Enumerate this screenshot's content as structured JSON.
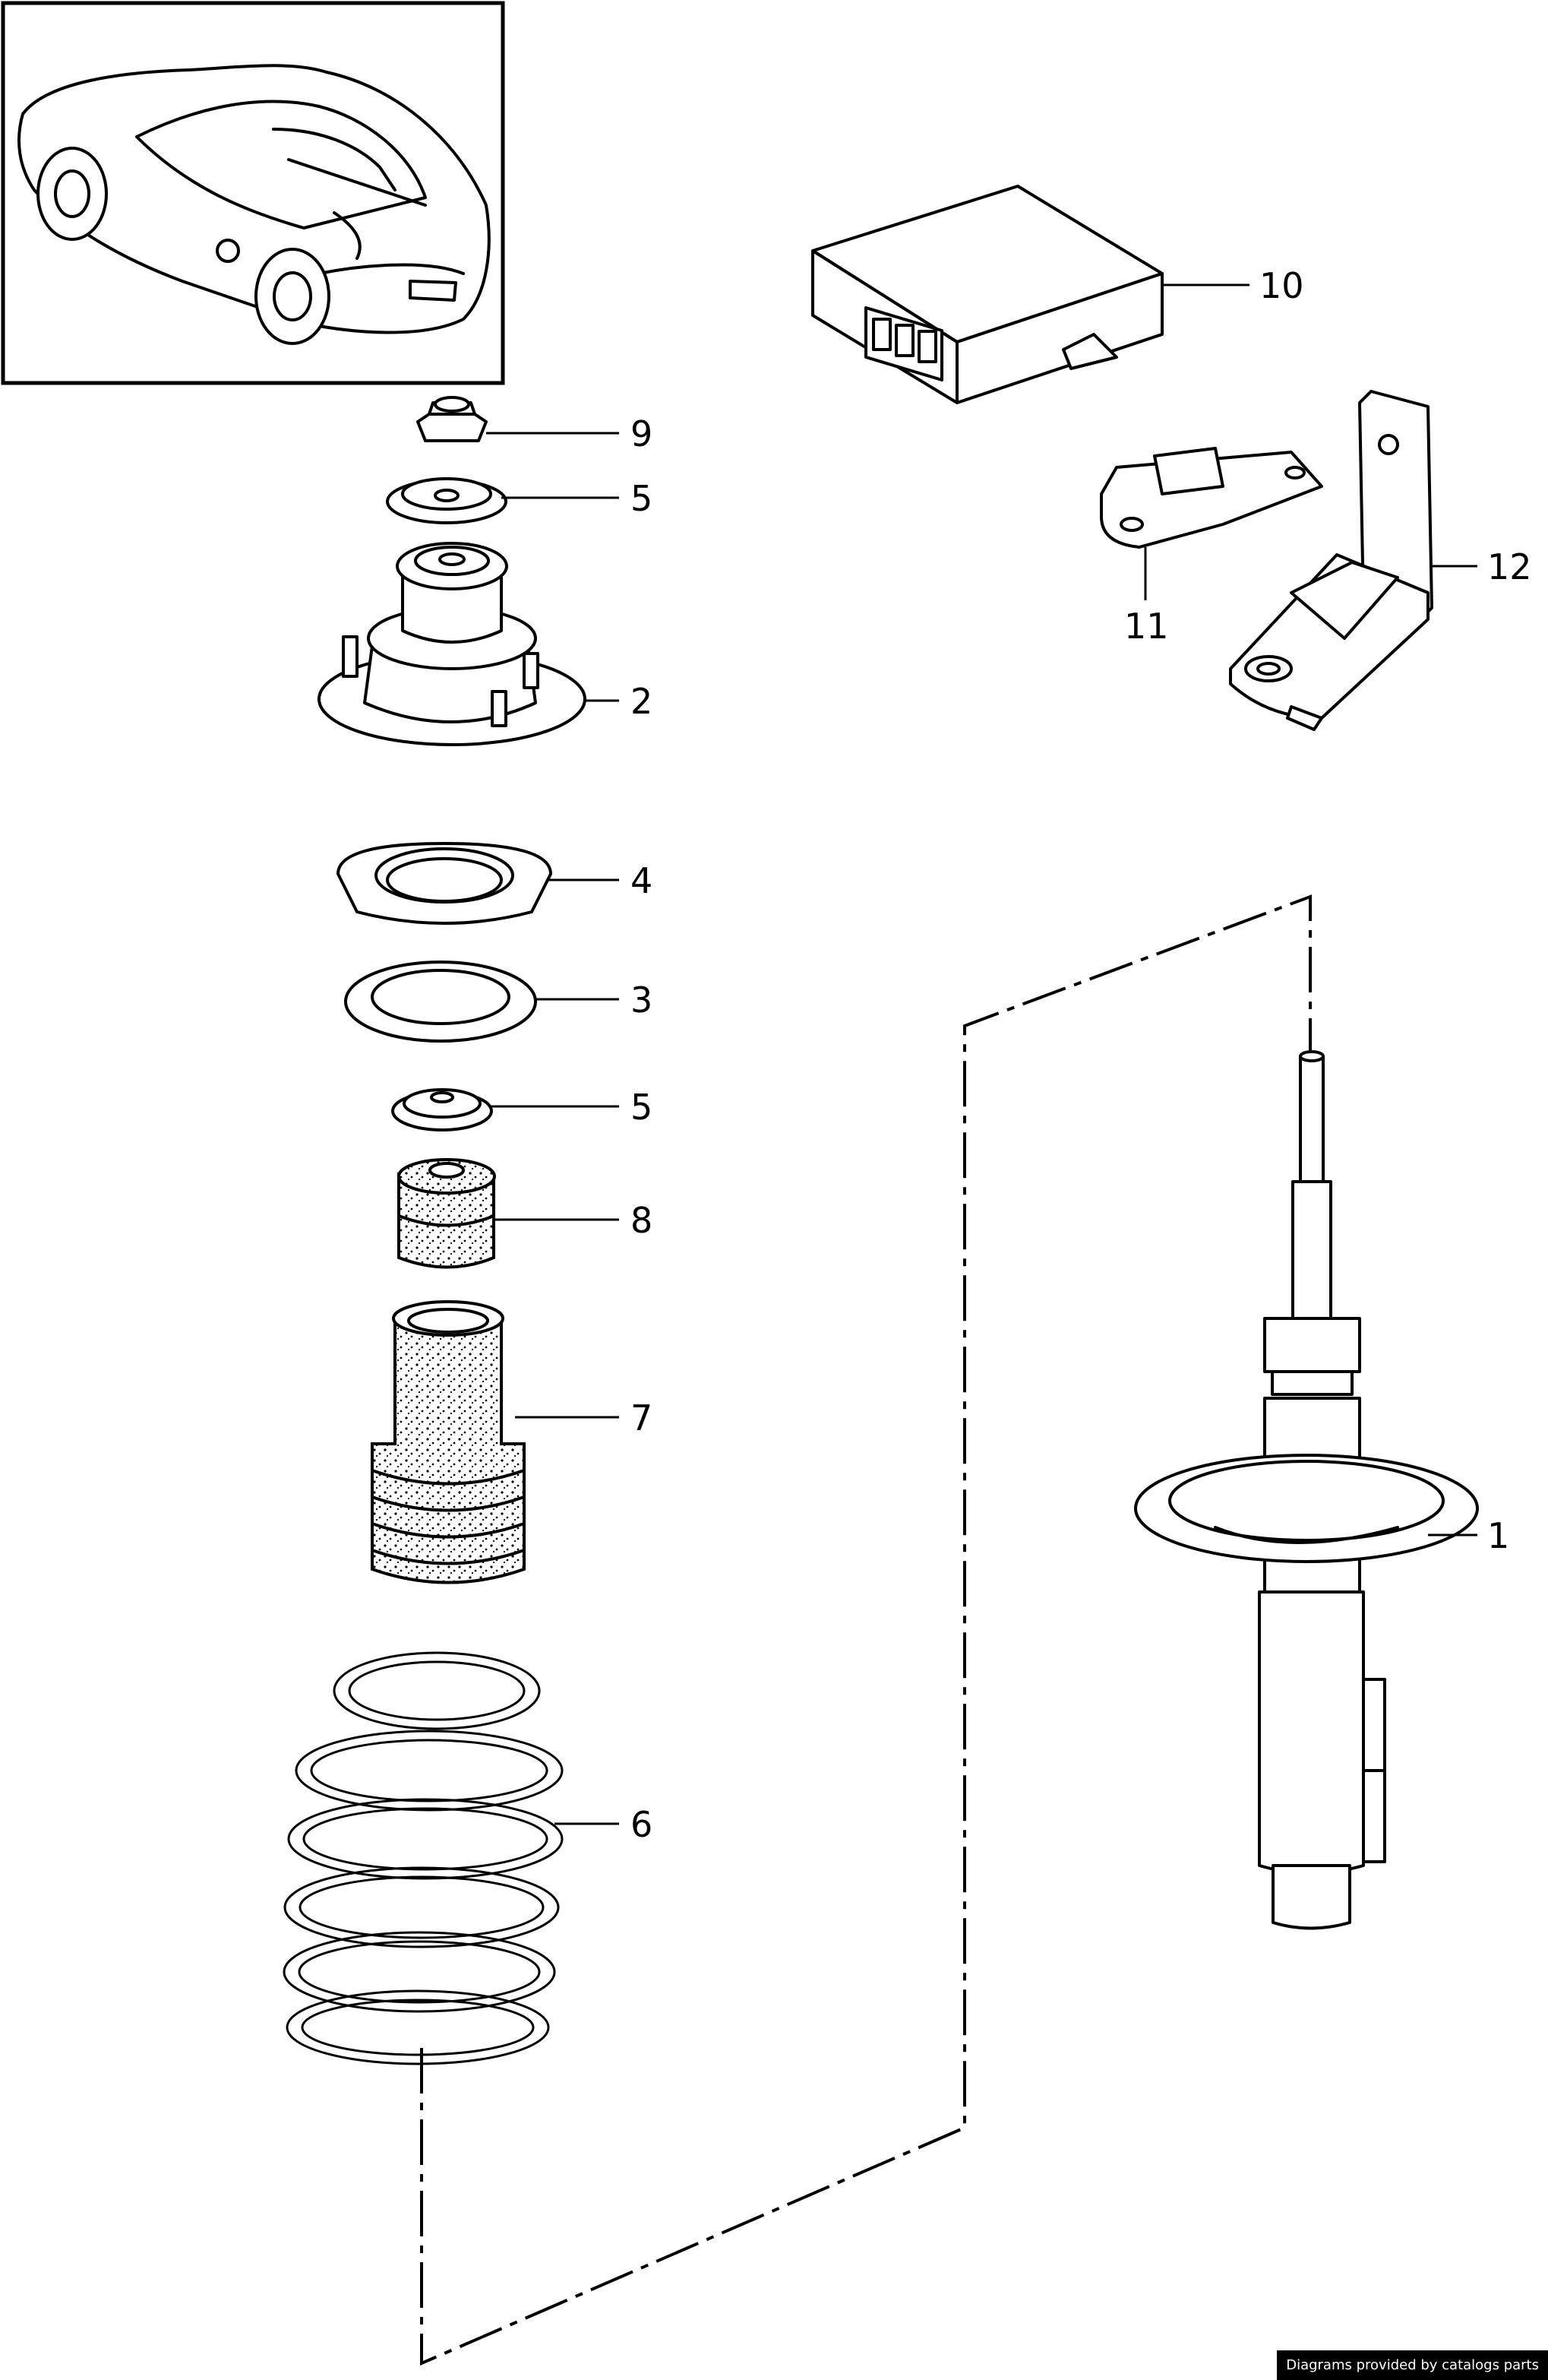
{
  "callouts": [
    {
      "id": "9",
      "label": "9"
    },
    {
      "id": "5a",
      "label": "5"
    },
    {
      "id": "2",
      "label": "2"
    },
    {
      "id": "4",
      "label": "4"
    },
    {
      "id": "3",
      "label": "3"
    },
    {
      "id": "5b",
      "label": "5"
    },
    {
      "id": "8",
      "label": "8"
    },
    {
      "id": "7",
      "label": "7"
    },
    {
      "id": "6",
      "label": "6"
    },
    {
      "id": "10",
      "label": "10"
    },
    {
      "id": "11",
      "label": "11"
    },
    {
      "id": "12",
      "label": "12"
    },
    {
      "id": "1",
      "label": "1"
    }
  ],
  "credit": "Diagrams provided by catalogs parts"
}
